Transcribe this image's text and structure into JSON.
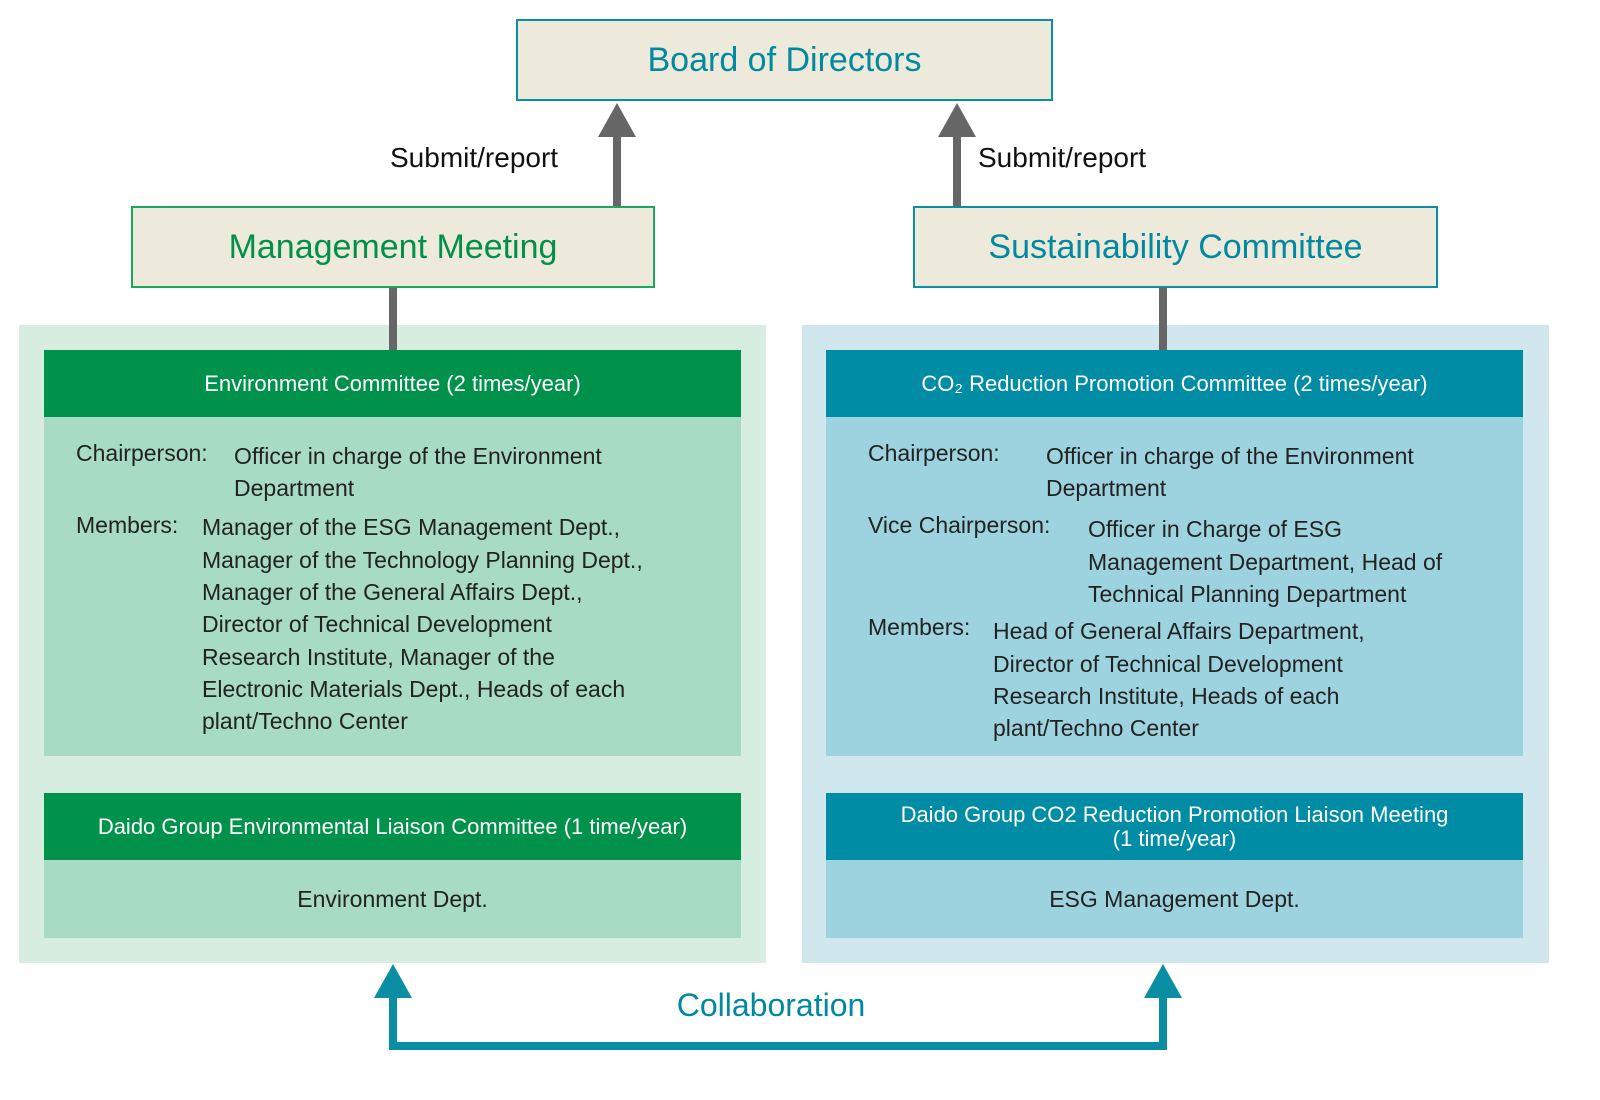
{
  "board": "Board of Directors",
  "submit_left": "Submit/report",
  "submit_right": "Submit/report",
  "management": "Management Meeting",
  "sustainability": "Sustainability Committee",
  "left": {
    "committee": "Environment Committee (2 times/year)",
    "chair_label": "Chairperson:",
    "chair_lines": [
      "Officer in charge of the Environment",
      "Department"
    ],
    "members_label": "Members:",
    "members_lines": [
      "Manager of the ESG Management Dept.,",
      "Manager of the Technology Planning Dept.,",
      "Manager of the General Affairs Dept.,",
      "Director of Technical Development",
      "Research Institute, Manager of the",
      "Electronic Materials Dept., Heads of each",
      "plant/Techno Center"
    ],
    "liaison": "Daido Group Environmental Liaison Committee (1 time/year)",
    "liaison_dept": "Environment Dept."
  },
  "right": {
    "committee": "CO₂ Reduction Promotion Committee (2 times/year)",
    "chair_label": "Chairperson:",
    "chair_lines": [
      "Officer in charge of the Environment",
      "Department"
    ],
    "vice_label": "Vice Chairperson:",
    "vice_lines": [
      "Officer in Charge of ESG",
      "Management Department, Head of",
      "Technical Planning Department"
    ],
    "members_label": "Members:",
    "members_lines": [
      "Head of General Affairs Department,",
      "Director of Technical Development",
      "Research Institute, Heads of each",
      "plant/Techno Center"
    ],
    "liaison_line1": "Daido Group CO2 Reduction Promotion Liaison Meeting",
    "liaison_line2": "(1 time/year)",
    "liaison_dept": "ESG Management Dept."
  },
  "collaboration": "Collaboration",
  "colors": {
    "teal": "#008ba3",
    "green": "#00924a",
    "gray": "#666666"
  }
}
